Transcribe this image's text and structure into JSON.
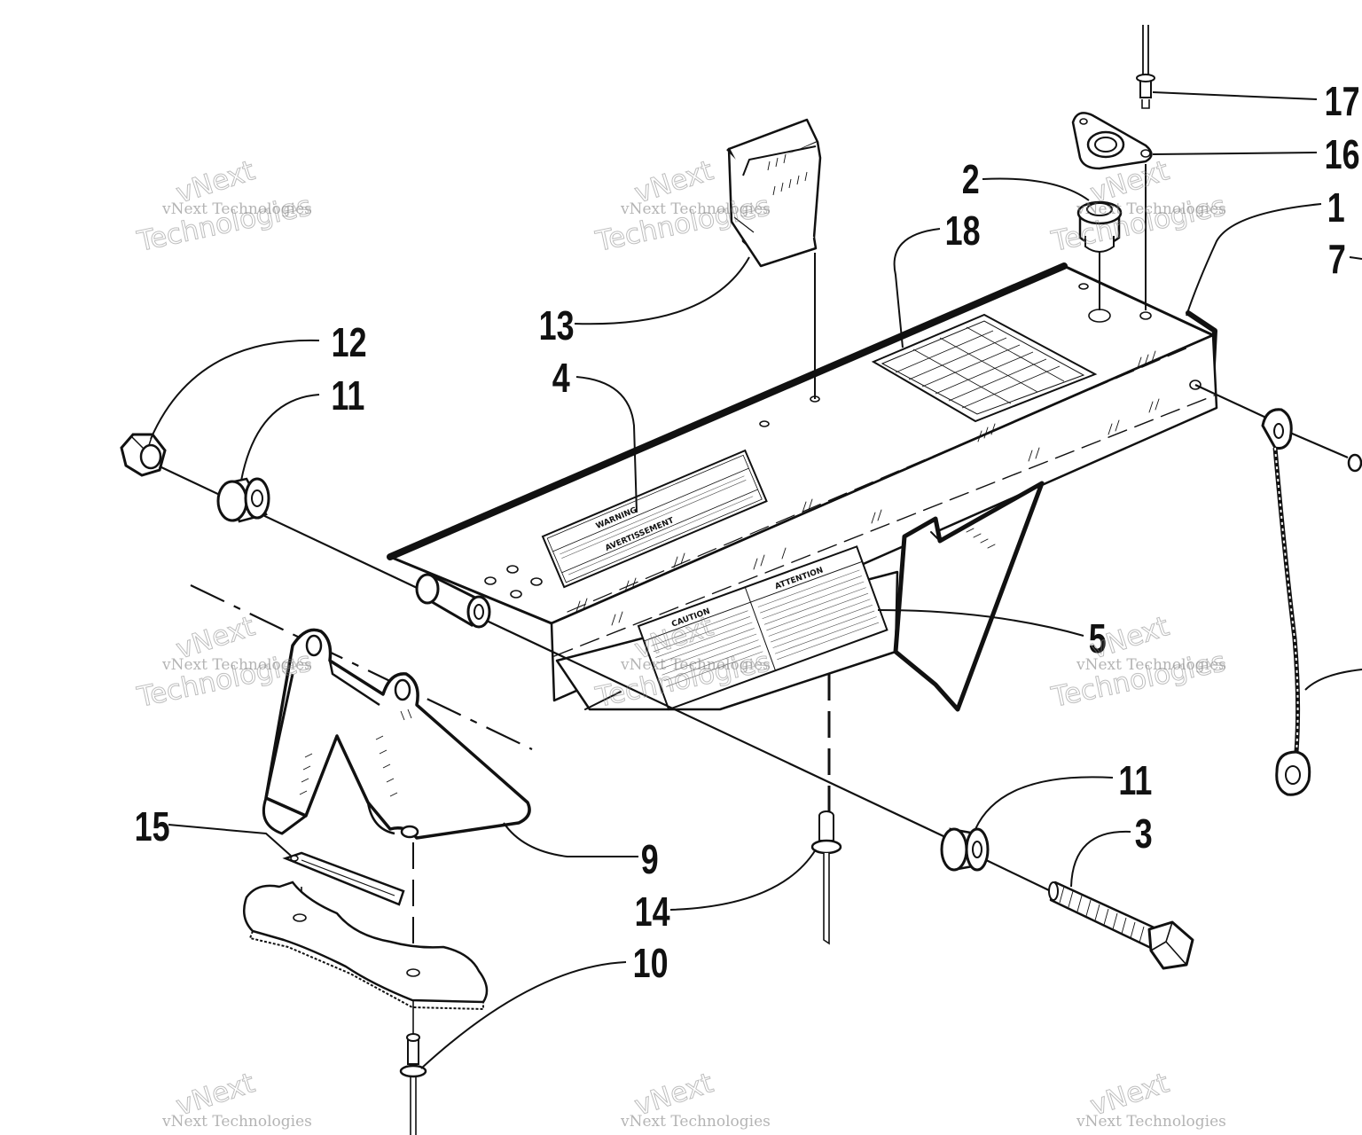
{
  "callouts": {
    "c1": "1",
    "c2": "2",
    "c3": "3",
    "c4": "4",
    "c5": "5",
    "c7": "7",
    "c9": "9",
    "c10": "10",
    "c11a": "11",
    "c11b": "11",
    "c12": "12",
    "c13": "13",
    "c14": "14",
    "c15": "15",
    "c16": "16",
    "c17": "17",
    "c18": "18"
  },
  "decals": {
    "warning": "WARNING",
    "avertissement": "AVERTISSEMENT",
    "caution": "CAUTION",
    "attention": "ATTENTION"
  },
  "watermark": {
    "line1": "vNext Technologies",
    "line2": "vNext",
    "line3": "Technologies"
  },
  "colors": {
    "ink": "#111111",
    "watermark": "#8a8a8a",
    "background": "#ffffff"
  }
}
